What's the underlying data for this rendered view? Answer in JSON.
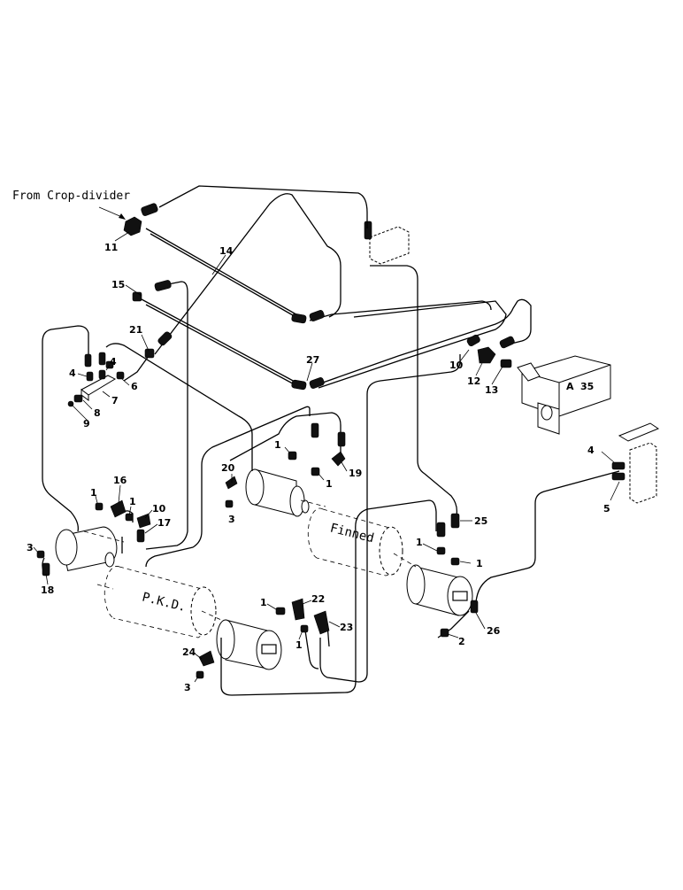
{
  "title": "From Crop-divider",
  "labels": {
    "finned": "Finned",
    "pkd": "P.K.D.",
    "block_a": "A",
    "block_num": "35"
  },
  "callouts": {
    "c11": "11",
    "c14": "14",
    "c15": "15",
    "c21": "21",
    "c27": "27",
    "c4a": "4",
    "c4b": "4",
    "c6": "6",
    "c7": "7",
    "c8": "8",
    "c9": "9",
    "c10a": "10",
    "c12": "12",
    "c13": "13",
    "c1a": "1",
    "c1b": "1",
    "c19": "19",
    "c20": "20",
    "c3a": "3",
    "c4c": "4",
    "c5": "5",
    "c1c": "1",
    "c16": "16",
    "c1d": "1",
    "c10b": "10",
    "c17": "17",
    "c3b": "3",
    "c18": "18",
    "c1e": "1",
    "c1f": "1",
    "c25": "25",
    "c1g": "1",
    "c22": "22",
    "c23": "23",
    "c1h": "1",
    "c24": "24",
    "c3c": "3",
    "c2": "2",
    "c26": "26"
  }
}
